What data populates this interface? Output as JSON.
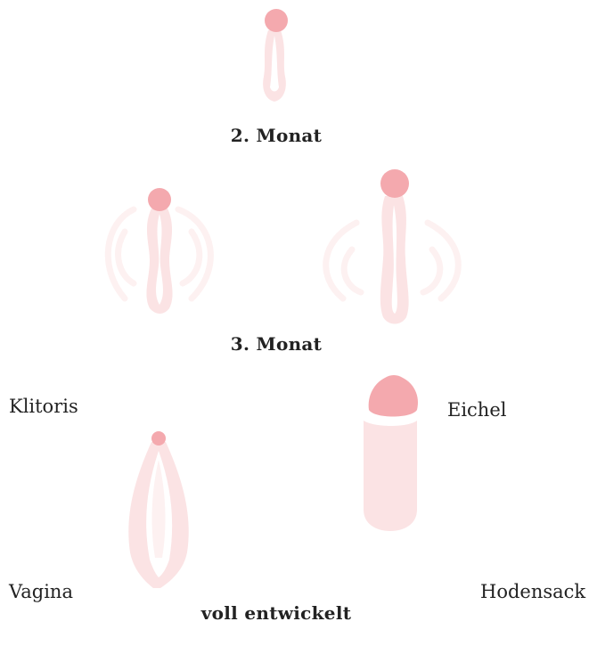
{
  "captions": {
    "month2": "2. Monat",
    "month3": "3. Monat",
    "full": "voll entwickelt"
  },
  "labels": {
    "klitoris": "Klitoris",
    "vagina": "Vagina",
    "eichel": "Eichel",
    "hodensack": "Hodensack"
  },
  "colors": {
    "tip": "#f4a9ae",
    "body": "#fbe3e4",
    "outline_faint": "#fdf1f1",
    "text": "#222222"
  }
}
